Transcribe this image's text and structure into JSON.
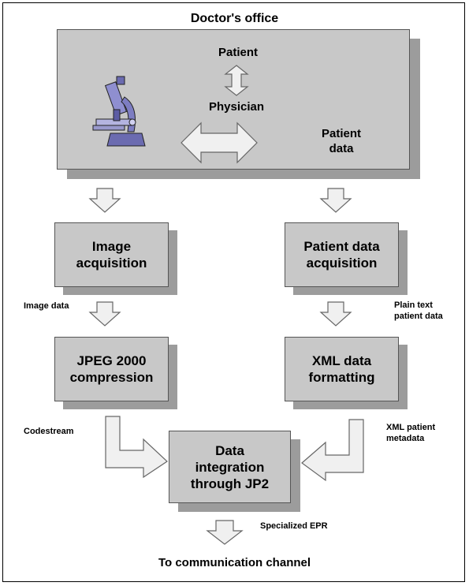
{
  "office": {
    "title": "Doctor's office",
    "patient": "Patient",
    "physician": "Physician",
    "patient_data": "Patient\ndata"
  },
  "boxes": {
    "image_acq": "Image\nacquisition",
    "patient_acq": "Patient data\nacquisition",
    "jpeg": "JPEG 2000\ncompression",
    "xml_format": "XML data\nformatting",
    "integration": "Data\nintegration\nthrough JP2"
  },
  "labels": {
    "image_data": "Image data",
    "plain_text": "Plain text\npatient data",
    "codestream": "Codestream",
    "xml_meta": "XML patient\nmetadata",
    "epr": "Specialized EPR",
    "channel": "To communication channel"
  },
  "colors": {
    "box": "#c8c8c8",
    "shadow": "#9c9c9c",
    "arrow_fill": "#f0f0f0"
  }
}
